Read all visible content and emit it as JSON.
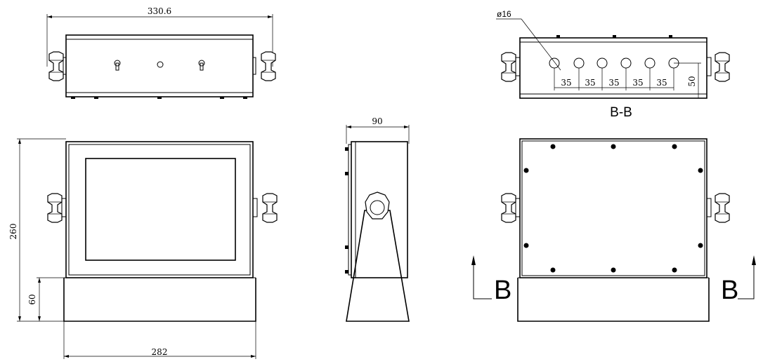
{
  "dimensions": {
    "top_width": "330.6",
    "front_height": "260",
    "front_base_height": "60",
    "front_width": "282",
    "side_depth": "90",
    "hole_diameter": "ø16",
    "hole_pitch": [
      "35",
      "35",
      "35",
      "35",
      "35"
    ],
    "hole_height": "50"
  },
  "labels": {
    "section_title": "B-B",
    "section_marker_left": "B",
    "section_marker_right": "B"
  }
}
